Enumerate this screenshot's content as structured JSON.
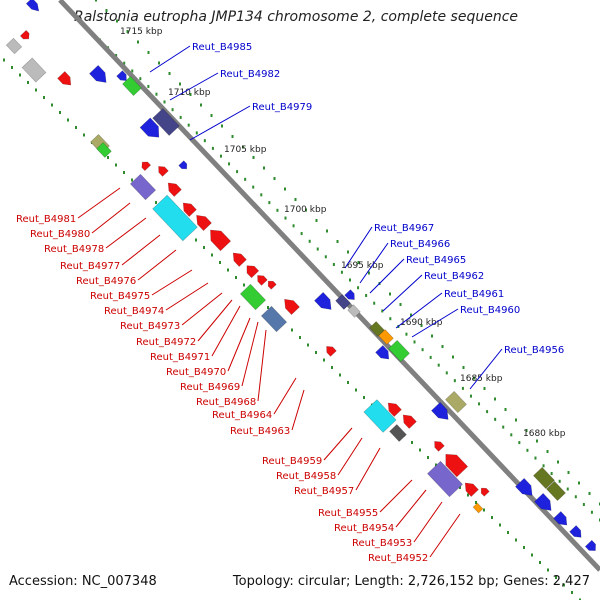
{
  "title": "Ralstonia eutropha JMP134 chromosome 2, complete sequence",
  "accession_label": "Accession: NC_007348",
  "summary_label": "Topology: circular; Length: 2,726,152 bp; Genes: 2,427",
  "colors": {
    "backbone": "#808080",
    "forward_label": "#0000cc",
    "reverse_label": "#cc0000",
    "tick_dot": "#2e8b2e"
  },
  "ticks": [
    "1715 kbp",
    "1710 kbp",
    "1705 kbp",
    "1700 kbp",
    "1695 kbp",
    "1690 kbp",
    "1685 kbp",
    "1680 kbp"
  ],
  "forward_labels": [
    "Reut_B4985",
    "Reut_B4982",
    "Reut_B4979",
    "Reut_B4967",
    "Reut_B4966",
    "Reut_B4965",
    "Reut_B4962",
    "Reut_B4961",
    "Reut_B4960",
    "Reut_B4956"
  ],
  "reverse_labels": [
    "Reut_B4981",
    "Reut_B4980",
    "Reut_B4978",
    "Reut_B4977",
    "Reut_B4976",
    "Reut_B4975",
    "Reut_B4974",
    "Reut_B4973",
    "Reut_B4972",
    "Reut_B4971",
    "Reut_B4970",
    "Reut_B4969",
    "Reut_B4968",
    "Reut_B4964",
    "Reut_B4963",
    "Reut_B4959",
    "Reut_B4958",
    "Reut_B4957",
    "Reut_B4955",
    "Reut_B4954",
    "Reut_B4953",
    "Reut_B4952"
  ]
}
